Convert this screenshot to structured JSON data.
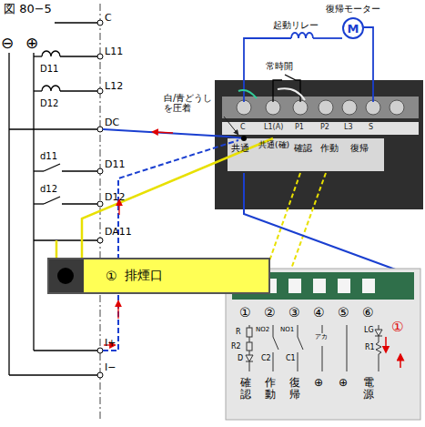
{
  "diagram": {
    "title": "図 80−5",
    "nodes": [
      {
        "text": [
          "①",
          "排煙口"
        ]
      },
      {
        "text": [
          "M",
          "復帰モーター"
        ]
      }
    ],
    "labels": [
      "⊖",
      "⊕",
      "C",
      "L11",
      "D11",
      "L12",
      "D12",
      "DC",
      "d11",
      "D11",
      "d12",
      "D12",
      "DA11",
      "I+",
      "I−",
      "起動リレー",
      "常時開",
      "白/青どうしを圧着",
      "共通",
      "共通(確)",
      "確認",
      "作動",
      "復帰",
      "C",
      "L1(A)",
      "P1",
      "P2",
      "L3",
      "S",
      "①",
      "②",
      "③",
      "④",
      "⑤",
      "⑥",
      "R",
      "R2",
      "D",
      "NO2",
      "C2",
      "NO1",
      "C1",
      "アカ",
      "LG",
      "R1",
      "①",
      "確認",
      "作動",
      "復帰",
      "⊕",
      "⊕",
      "電源"
    ]
  }
}
